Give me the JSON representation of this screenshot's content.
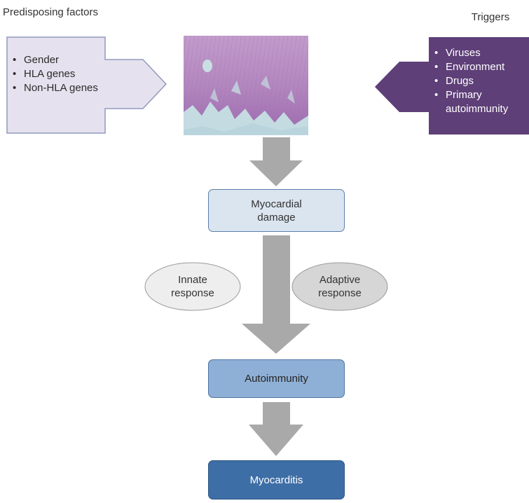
{
  "predisposing": {
    "heading": "Predisposing factors",
    "items": [
      "Gender",
      "HLA genes",
      "Non-HLA genes"
    ],
    "fill": "#e6e1ee",
    "stroke": "#8f9bbd"
  },
  "triggers": {
    "heading": "Triggers",
    "items": [
      "Viruses",
      "Environment",
      "Drugs",
      "Primary autoimmunity"
    ],
    "fill": "#5e3f78"
  },
  "histology_image": {
    "description_icon": "myocardium-histology-image",
    "colors": {
      "tissue": "#b58bc0",
      "lumen": "#c4dbe1"
    }
  },
  "flow": {
    "arrow_color": "#a9a9a9",
    "myocardial_damage": "Myocardial damage",
    "innate_response": "Innate response",
    "adaptive_response": "Adaptive response",
    "autoimmunity": "Autoimmunity",
    "myocarditis": "Myocarditis"
  },
  "colors": {
    "damage_fill": "#dbe5ef",
    "autoimmunity_fill": "#8fb0d6",
    "myocarditis_fill": "#3e6ea6",
    "innate_fill": "#eeeeee",
    "adaptive_fill": "#d6d6d6"
  }
}
